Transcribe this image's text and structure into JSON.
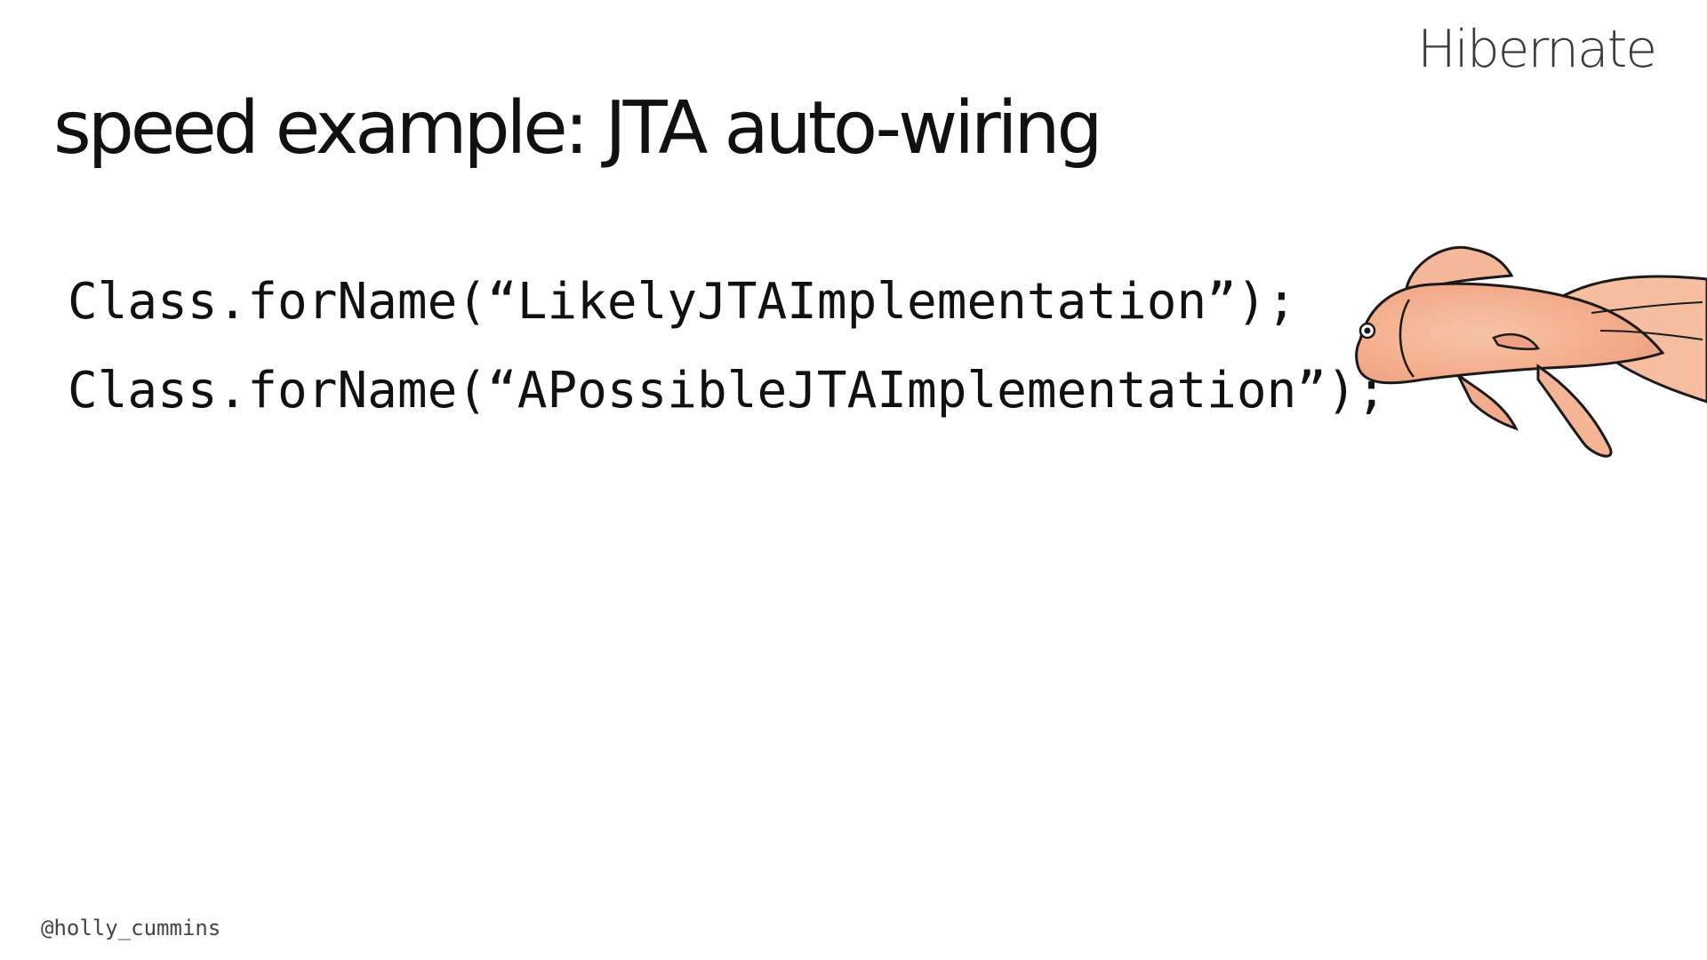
{
  "slide": {
    "brand": "Hibernate",
    "title": "speed example: JTA auto-wiring",
    "code_lines": [
      "Class.forName(“LikelyJTAImplementation”);",
      "Class.forName(“APossibleJTAImplementation”);"
    ],
    "handle": "@holly_cummins",
    "illustration": "goldfish-illustration"
  },
  "colors": {
    "background": "#ffffff",
    "text": "#111111",
    "fish_body": "#f6b998",
    "fish_outline": "#1a1a1a"
  }
}
